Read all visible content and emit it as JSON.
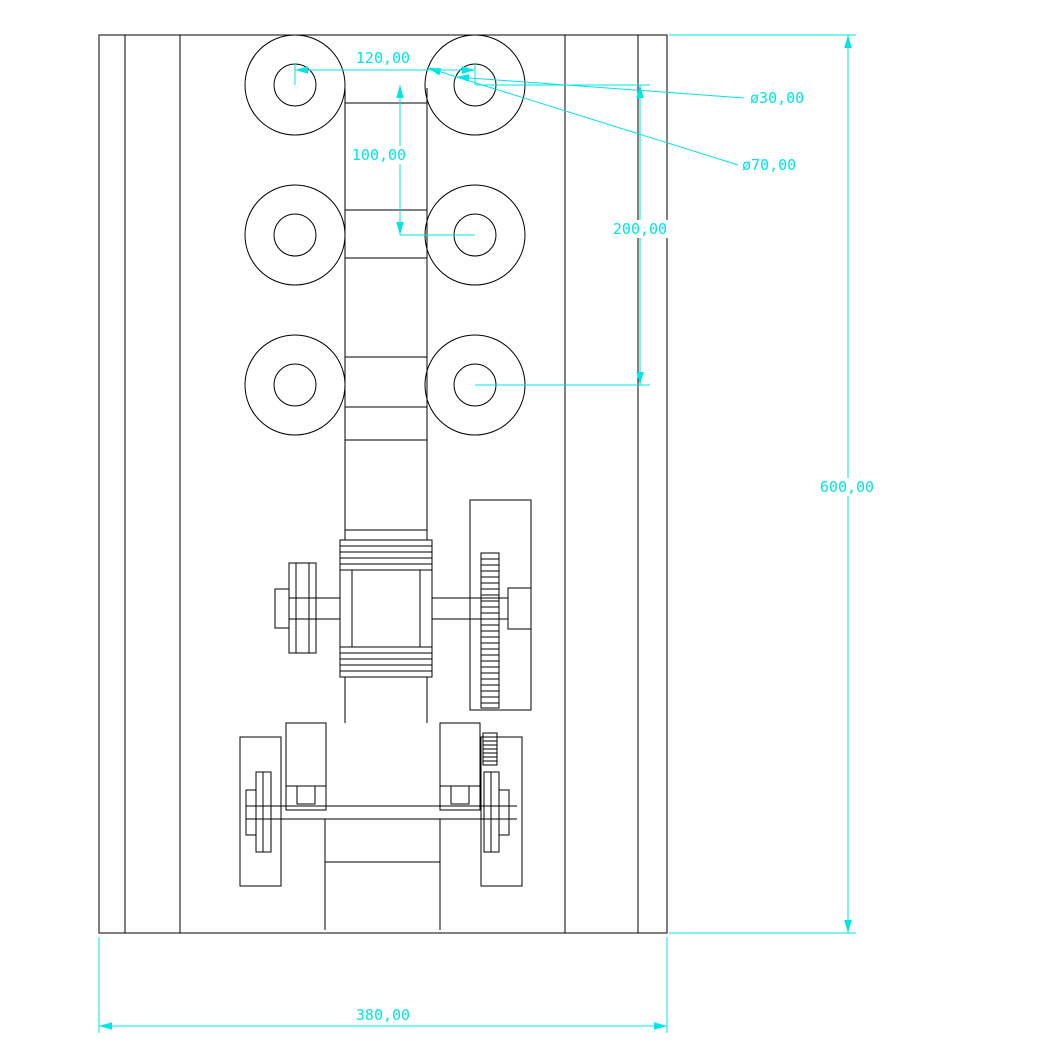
{
  "drawing": {
    "background": "#ffffff",
    "line_color": "#000000",
    "dim_color": "#00e5e5"
  },
  "dimensions": {
    "center_spacing_horizontal": "120,00",
    "center_spacing_vertical": "100,00",
    "row_span_vertical": "200,00",
    "bore_diameter": "ø30,00",
    "roller_diameter": "ø70,00",
    "overall_height": "600,00",
    "overall_width": "380,00"
  }
}
